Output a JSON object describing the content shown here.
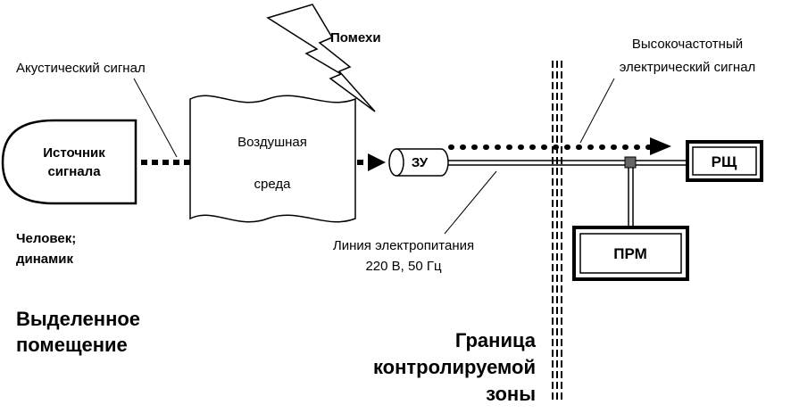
{
  "labels": {
    "interference": "Помехи",
    "acoustic_signal": "Акустический сигнал",
    "hf_signal_line1": "Высокочастотный",
    "hf_signal_line2": "электрический сигнал",
    "source_line1": "Источник",
    "source_line2": "сигнала",
    "air_line1": "Воздушная",
    "air_line2": "среда",
    "zu": "ЗУ",
    "rsch": "РЩ",
    "prm": "ПРМ",
    "person_line1": "Человек;",
    "person_line2": "динамик",
    "power_line_line1": "Линия электропитания",
    "power_line_line2": "220 В,  50 Гц",
    "room_line1": "Выделенное",
    "room_line2": "помещение",
    "border_line1": "Граница",
    "border_line2": "контролируемой",
    "border_line3": "зоны"
  }
}
